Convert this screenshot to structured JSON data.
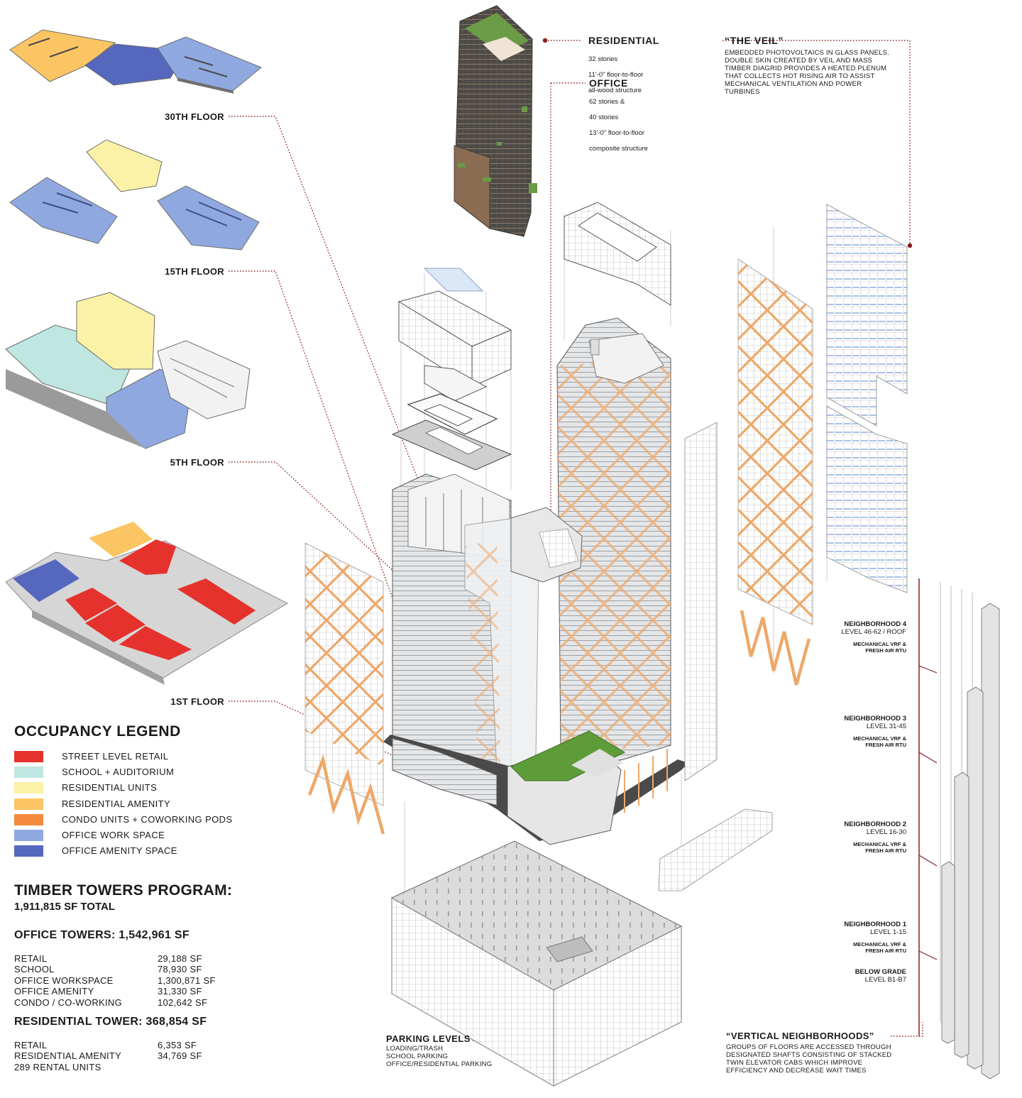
{
  "floor_labels": [
    "30TH FLOOR",
    "15TH FLOOR",
    "5TH FLOOR",
    "1ST FLOOR"
  ],
  "residential_callout": {
    "title": "RESIDENTIAL",
    "lines": [
      "32 stories",
      "11'-0\" floor-to-floor",
      "all-wood structure"
    ]
  },
  "office_callout": {
    "title": "OFFICE",
    "lines": [
      "62 stories &",
      "40 stories",
      "13'-0\" floor-to-floor",
      "composite structure"
    ]
  },
  "veil_callout": {
    "title": "“THE VEIL”",
    "lines": [
      "EMBEDDED PHOTOVOLTAICS IN GLASS PANELS.",
      "DOUBLE SKIN CREATED BY VEIL AND MASS",
      "TIMBER DIAGRID PROVIDES A HEATED PLENUM",
      "THAT COLLECTS HOT RISING AIR TO ASSIST",
      "MECHANICAL VENTILATION AND POWER",
      "TURBINES"
    ]
  },
  "legend": {
    "title": "OCCUPANCY LEGEND",
    "items": [
      {
        "label": "STREET LEVEL RETAIL",
        "color": "#e5322d"
      },
      {
        "label": "SCHOOL + AUDITORIUM",
        "color": "#bfe6e0"
      },
      {
        "label": "RESIDENTIAL UNITS",
        "color": "#fbf2a8"
      },
      {
        "label": "RESIDENTIAL AMENITY",
        "color": "#fbc564"
      },
      {
        "label": "CONDO UNITS + COWORKING PODS",
        "color": "#f58a3d"
      },
      {
        "label": "OFFICE WORK SPACE",
        "color": "#8fa9e0"
      },
      {
        "label": "OFFICE AMENITY SPACE",
        "color": "#5568bd"
      }
    ]
  },
  "program": {
    "title": "TIMBER TOWERS PROGRAM:",
    "total": "1,911,815 SF TOTAL",
    "office": {
      "title": "OFFICE TOWERS: 1,542,961 SF",
      "rows": [
        {
          "label": "RETAIL",
          "value": "29,188 SF"
        },
        {
          "label": "SCHOOL",
          "value": "78,930 SF"
        },
        {
          "label": "OFFICE WORKSPACE",
          "value": "1,300,871 SF"
        },
        {
          "label": "OFFICE AMENITY",
          "value": "31,330 SF"
        },
        {
          "label": "CONDO / CO-WORKING",
          "value": "102,642 SF"
        }
      ]
    },
    "residential": {
      "title": "RESIDENTIAL TOWER: 368,854 SF",
      "rows": [
        {
          "label": "RETAIL",
          "value": "6,353 SF"
        },
        {
          "label": "RESIDENTIAL AMENITY",
          "value": "34,769 SF"
        },
        {
          "label": "289 RENTAL UNITS",
          "value": ""
        }
      ]
    }
  },
  "parking": {
    "title": "PARKING LEVELS",
    "lines": [
      "LOADING/TRASH",
      "SCHOOL PARKING",
      "OFFICE/RESIDENTIAL PARKING"
    ]
  },
  "neighborhoods": [
    {
      "title": "NEIGHBORHOOD 4",
      "level": "LEVEL 46-62 / ROOF",
      "mech": "MECHANICAL VRF &\nFRESH AIR RTU"
    },
    {
      "title": "NEIGHBORHOOD 3",
      "level": "LEVEL 31-45",
      "mech": "MECHANICAL VRF &\nFRESH AIR RTU"
    },
    {
      "title": "NEIGHBORHOOD 2",
      "level": "LEVEL 16-30",
      "mech": "MECHANICAL VRF &\nFRESH AIR RTU"
    },
    {
      "title": "NEIGHBORHOOD 1",
      "level": "LEVEL 1-15",
      "mech": "MECHANICAL VRF &\nFRESH AIR RTU"
    },
    {
      "title": "BELOW GRADE",
      "level": "LEVEL B1-B7",
      "mech": ""
    }
  ],
  "vertical_callout": {
    "title": "“VERTICAL NEIGHBORHOODS”",
    "lines": [
      "GROUPS OF FLOORS ARE ACCESSED THROUGH",
      "DESIGNATED SHAFTS CONSISTING OF STACKED",
      "TWIN ELEVATOR CABS WHICH IMPROVE",
      "EFFICIENCY AND DECREASE WAIT TIMES"
    ]
  },
  "colors": {
    "timber": "#eea86a",
    "leader": "#8b1e1e",
    "green_roof": "#5e9c3a",
    "glass": "#c8cdd2"
  }
}
